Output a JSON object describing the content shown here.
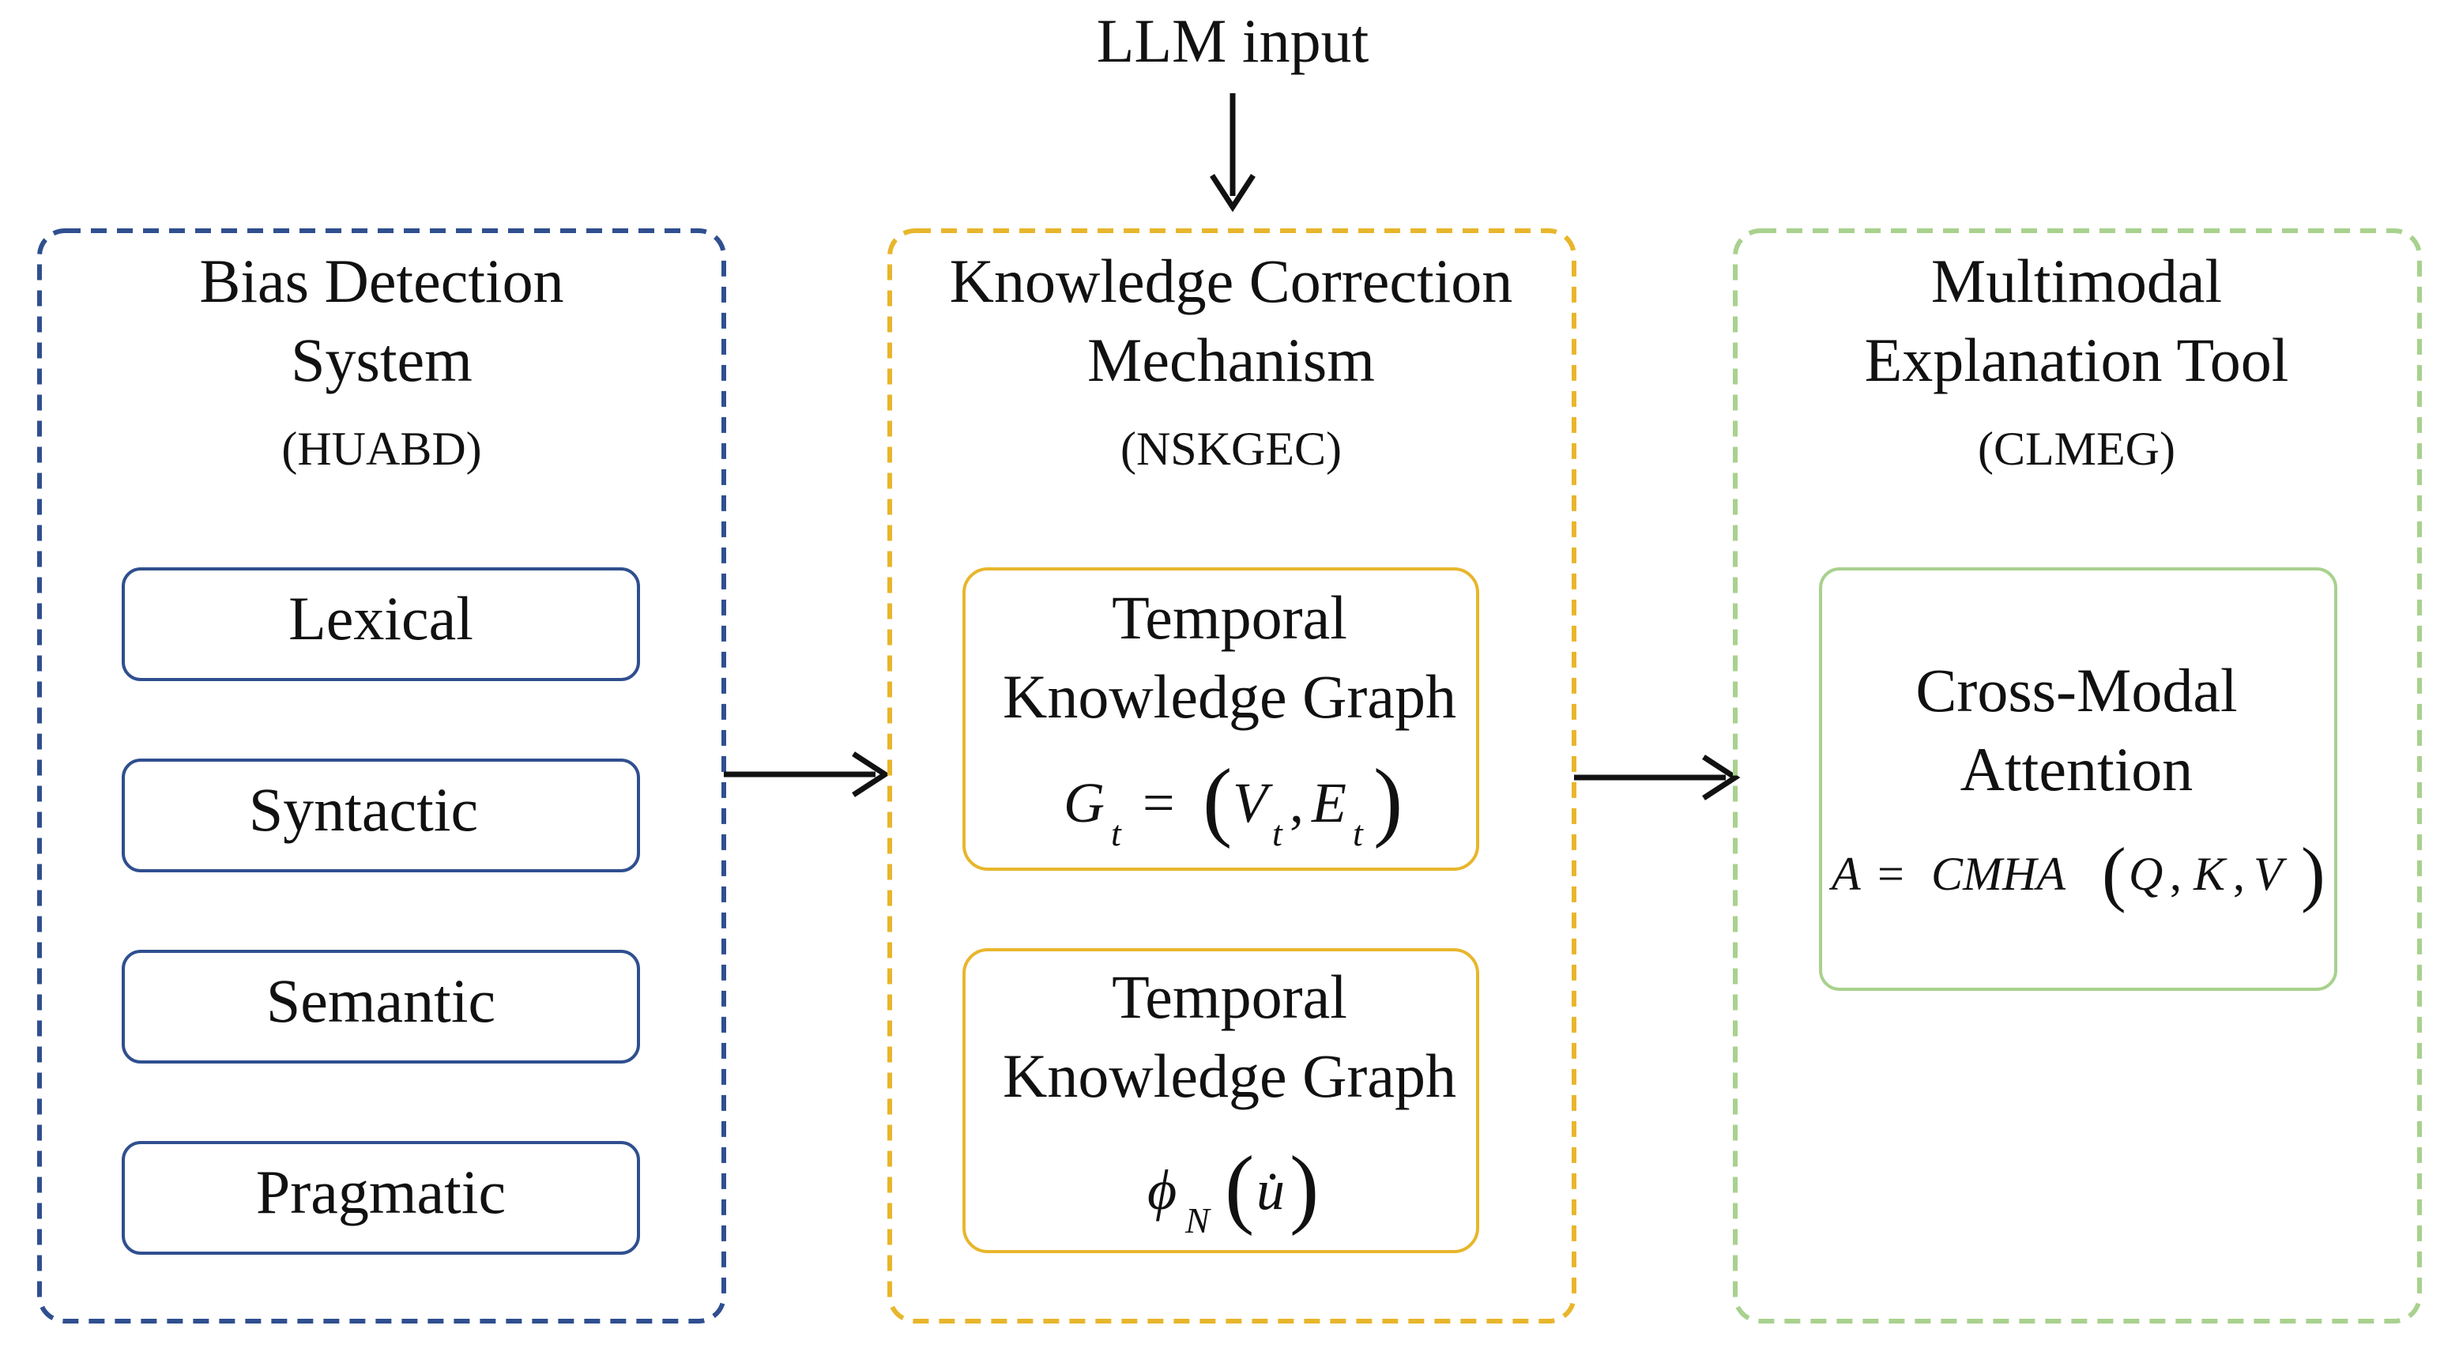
{
  "top_input": {
    "label": "LLM input"
  },
  "panels": {
    "bias": {
      "title_line1": "Bias Detection",
      "title_line2": "System",
      "abbr": "(HUABD)",
      "items": [
        "Lexical",
        "Syntactic",
        "Semantic",
        "Pragmatic"
      ],
      "color": "#2f4f8f"
    },
    "knowledge": {
      "title_line1": "Knowledge Correction",
      "title_line2": "Mechanism",
      "abbr": "(NSKGEC)",
      "box1": {
        "line1": "Temporal",
        "line2": "Knowledge Graph"
      },
      "box2": {
        "line1": "Temporal",
        "line2": "Knowledge Graph"
      },
      "color": "#e8b62c"
    },
    "multimodal": {
      "title_line1": "Multimodal",
      "title_line2": "Explanation Tool",
      "abbr": "(CLMEG)",
      "box": {
        "line1": "Cross-Modal",
        "line2": "Attention"
      },
      "color": "#a9d18e"
    }
  },
  "formulas": {
    "g": {
      "G": "G",
      "t1": "t",
      "eq": "=",
      "lp": "(",
      "V": "V",
      "t2": "t",
      "comma": ",",
      "E": "E",
      "t3": "t",
      "rp": ")"
    },
    "phi": {
      "phi": "ϕ",
      "N": "N",
      "lp": "(",
      "u": "u̇",
      "rp": ")"
    },
    "attn": {
      "A": "A",
      "eq": "=",
      "cmha": "CMHA",
      "lp": "(",
      "Q": "Q",
      "c1": ",",
      "K": "K",
      "c2": ",",
      "V": "V",
      "rp": ")"
    }
  }
}
